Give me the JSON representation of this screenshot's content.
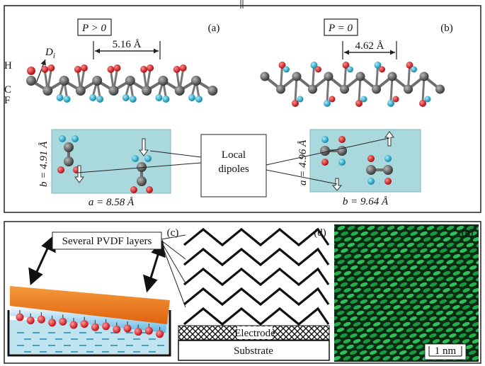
{
  "top_panel": {
    "a": {
      "label": "(a)",
      "condition": "P > 0",
      "spacing": "5.16 Å",
      "dipole_label": "D",
      "dipole_subscript": "i",
      "atoms": [
        "H",
        "C",
        "F"
      ],
      "cell_b": "b = 4.91 Å",
      "cell_a": "a = 8.58 Å"
    },
    "b": {
      "label": "(b)",
      "condition": "P = 0",
      "spacing": "4.62 Å",
      "cell_a": "a = 4.96 Å",
      "cell_b": "b = 9.64 Å"
    },
    "callout": {
      "line1": "Local",
      "line2": "dipoles"
    }
  },
  "bottom_panel": {
    "c_label": "(c)",
    "d_label": "(d)",
    "e_label": "(e)",
    "layers_label": "Several PVDF layers",
    "electrode": "Electrode",
    "substrate": "Substrate",
    "scale_bar": "1 nm"
  },
  "colors": {
    "carbon": "#5a5a5a",
    "hydrogen": "#d7161c",
    "fluorine": "#1aa6c4",
    "cell_bg": "#a9d9dc",
    "orange": "#f07c1e",
    "afm_green": "#1fae4a",
    "liquid": "#bfe3ef"
  }
}
